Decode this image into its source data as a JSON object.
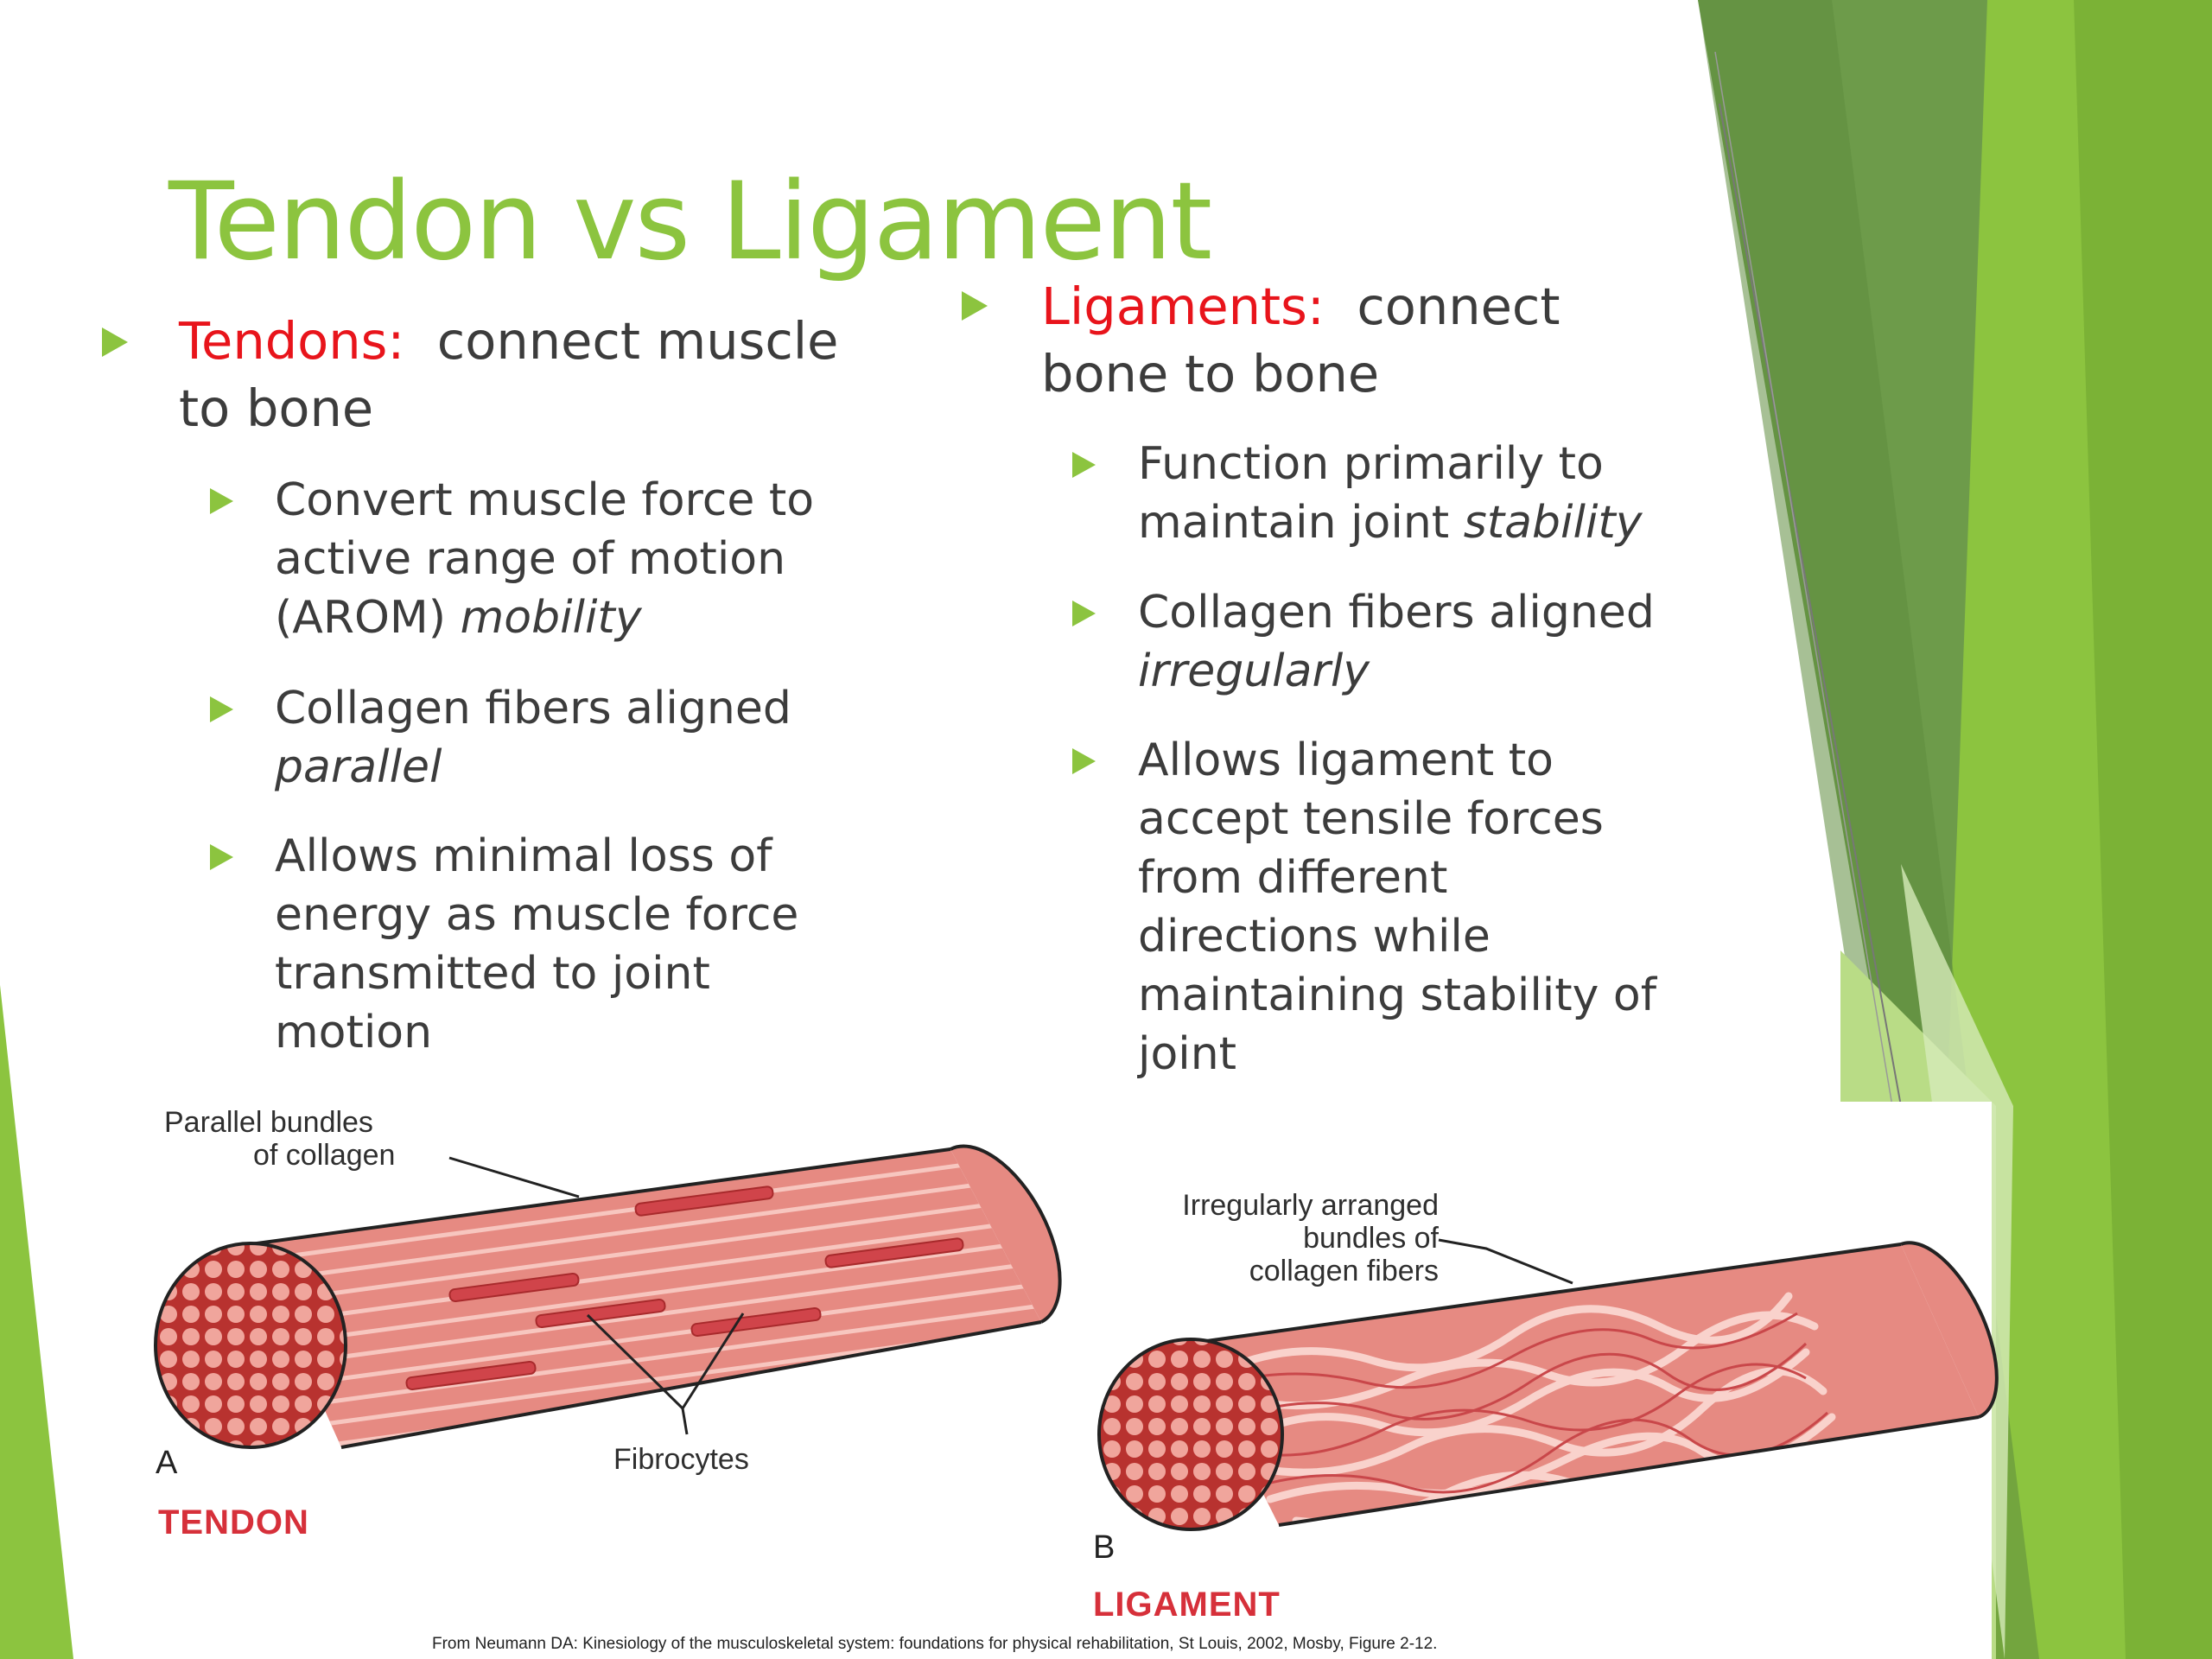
{
  "title": "Tendon vs Ligament",
  "colors": {
    "accent": "#8cc43f",
    "term": "#e8141b",
    "fiber": "#e68a82",
    "fiber_dark": "#b8322f",
    "caption_red": "#d6303a"
  },
  "tendons": {
    "term": "Tendons:",
    "line1": "connect muscle",
    "line2": "to bone",
    "points": [
      {
        "lines": [
          "Convert muscle force to",
          "active range of motion"
        ],
        "last_plain": "(AROM) ",
        "last_italic": "mobility"
      },
      {
        "lines": [
          "Collagen fibers aligned"
        ],
        "last_plain": "",
        "last_italic": "parallel"
      },
      {
        "lines": [
          "Allows minimal loss of",
          "energy as muscle force",
          "transmitted to joint",
          "motion"
        ],
        "last_plain": "",
        "last_italic": ""
      }
    ]
  },
  "ligaments": {
    "term": "Ligaments:",
    "line1": "connect",
    "line2": "bone to bone",
    "points": [
      {
        "lines": [
          "Function primarily to"
        ],
        "last_plain": "maintain joint ",
        "last_italic": "stability"
      },
      {
        "lines": [
          "Collagen fibers aligned"
        ],
        "last_plain": "",
        "last_italic": "irregularly"
      },
      {
        "lines": [
          "Allows ligament to",
          "accept tensile forces",
          "from different",
          "directions while",
          "maintaining stability of",
          "joint"
        ],
        "last_plain": "",
        "last_italic": ""
      }
    ]
  },
  "figure": {
    "tendon_label_1": "Parallel bundles",
    "tendon_label_2": "of collagen",
    "fibrocytes": "Fibrocytes",
    "letter_a": "A",
    "tendon_caption": "TENDON",
    "ligament_label_1": "Irregularly arranged",
    "ligament_label_2": "bundles of",
    "ligament_label_3": "collagen fibers",
    "letter_b": "B",
    "ligament_caption": "LIGAMENT",
    "citation": "From Neumann DA: Kinesiology of the musculoskeletal system: foundations for physical rehabilitation, St Louis, 2002, Mosby, Figure 2-12."
  }
}
